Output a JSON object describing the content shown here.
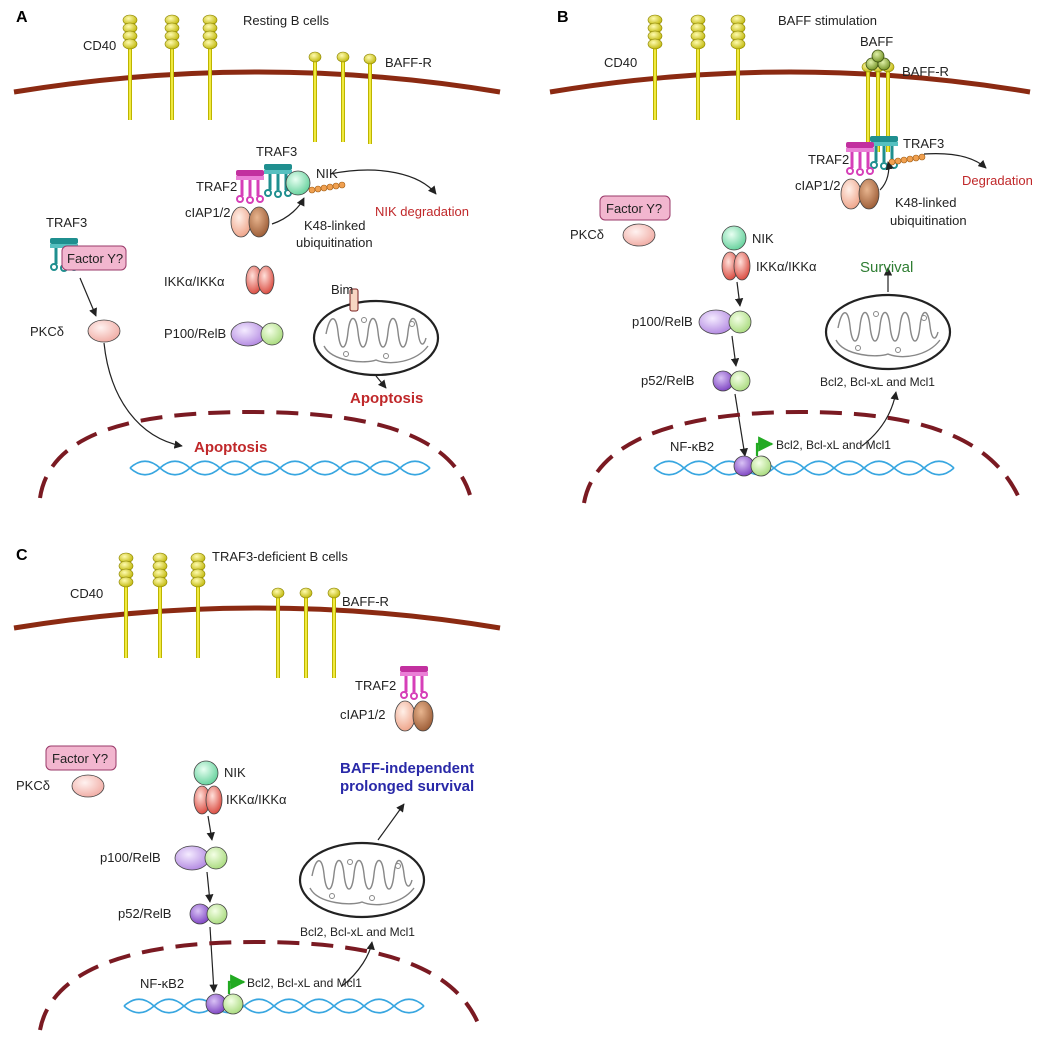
{
  "colors": {
    "membrane": "#8b2a12",
    "nucleus": "#7a1a22",
    "receptor": "#d8d21a",
    "traf3": "#1f8f8f",
    "traf2": "#d63fb8",
    "ciap1": "#f2b49a",
    "ciap2": "#b07048",
    "nik": "#7fe0b0",
    "ikk": "#e25a4c",
    "p100": "#c59be8",
    "relb": "#bfe59a",
    "p52": "#8a4fc9",
    "pkc": "#f7c6c0",
    "factor_y": "#f2b6cf",
    "ubiquitin": "#f0a050",
    "dna": "#38a6e0",
    "green_arrow": "#22aa22"
  },
  "panel_a": {
    "letter": "A",
    "title": "Resting B cells",
    "cd40": "CD40",
    "baff_r": "BAFF-R",
    "traf3": "TRAF3",
    "traf2": "TRAF2",
    "ciap": "cIAP1/2",
    "nik": "NIK",
    "nik_degradation": "NIK degradation",
    "k48_line1": "K48-linked",
    "k48_line2": "ubiquitination",
    "traf3_left": "TRAF3",
    "factor_y": "Factor Y?",
    "ikk": "IKKα/IKKα",
    "pkc": "PKCδ",
    "p100": "P100/RelB",
    "bim": "Bim",
    "apoptosis_mito": "Apoptosis",
    "apoptosis_nuc": "Apoptosis"
  },
  "panel_b": {
    "letter": "B",
    "title": "BAFF stimulation",
    "cd40": "CD40",
    "baff": "BAFF",
    "baff_r": "BAFF-R",
    "traf3": "TRAF3",
    "traf2": "TRAF2",
    "ciap": "cIAP1/2",
    "degradation": "Degradation",
    "k48_line1": "K48-linked",
    "k48_line2": "ubiquitination",
    "factor_y": "Factor Y?",
    "pkc": "PKCδ",
    "nik": "NIK",
    "ikk": "IKKα/IKKα",
    "survival": "Survival",
    "p100": "p100/RelB",
    "p52": "p52/RelB",
    "bcl_mito": "Bcl2, Bcl-xL and Mcl1",
    "nfkb2": "NF-κB2",
    "bcl_nuc": "Bcl2, Bcl-xL and Mcl1"
  },
  "panel_c": {
    "letter": "C",
    "title": "TRAF3-deficient B cells",
    "cd40": "CD40",
    "baff_r": "BAFF-R",
    "traf2": "TRAF2",
    "ciap": "cIAP1/2",
    "factor_y": "Factor Y?",
    "pkc": "PKCδ",
    "nik": "NIK",
    "ikk": "IKKα/IKKα",
    "survival_line1": "BAFF-independent",
    "survival_line2": "prolonged survival",
    "p100": "p100/RelB",
    "p52": "p52/RelB",
    "bcl_mito": "Bcl2, Bcl-xL and Mcl1",
    "nfkb2": "NF-κB2",
    "bcl_nuc": "Bcl2, Bcl-xL and Mcl1"
  }
}
